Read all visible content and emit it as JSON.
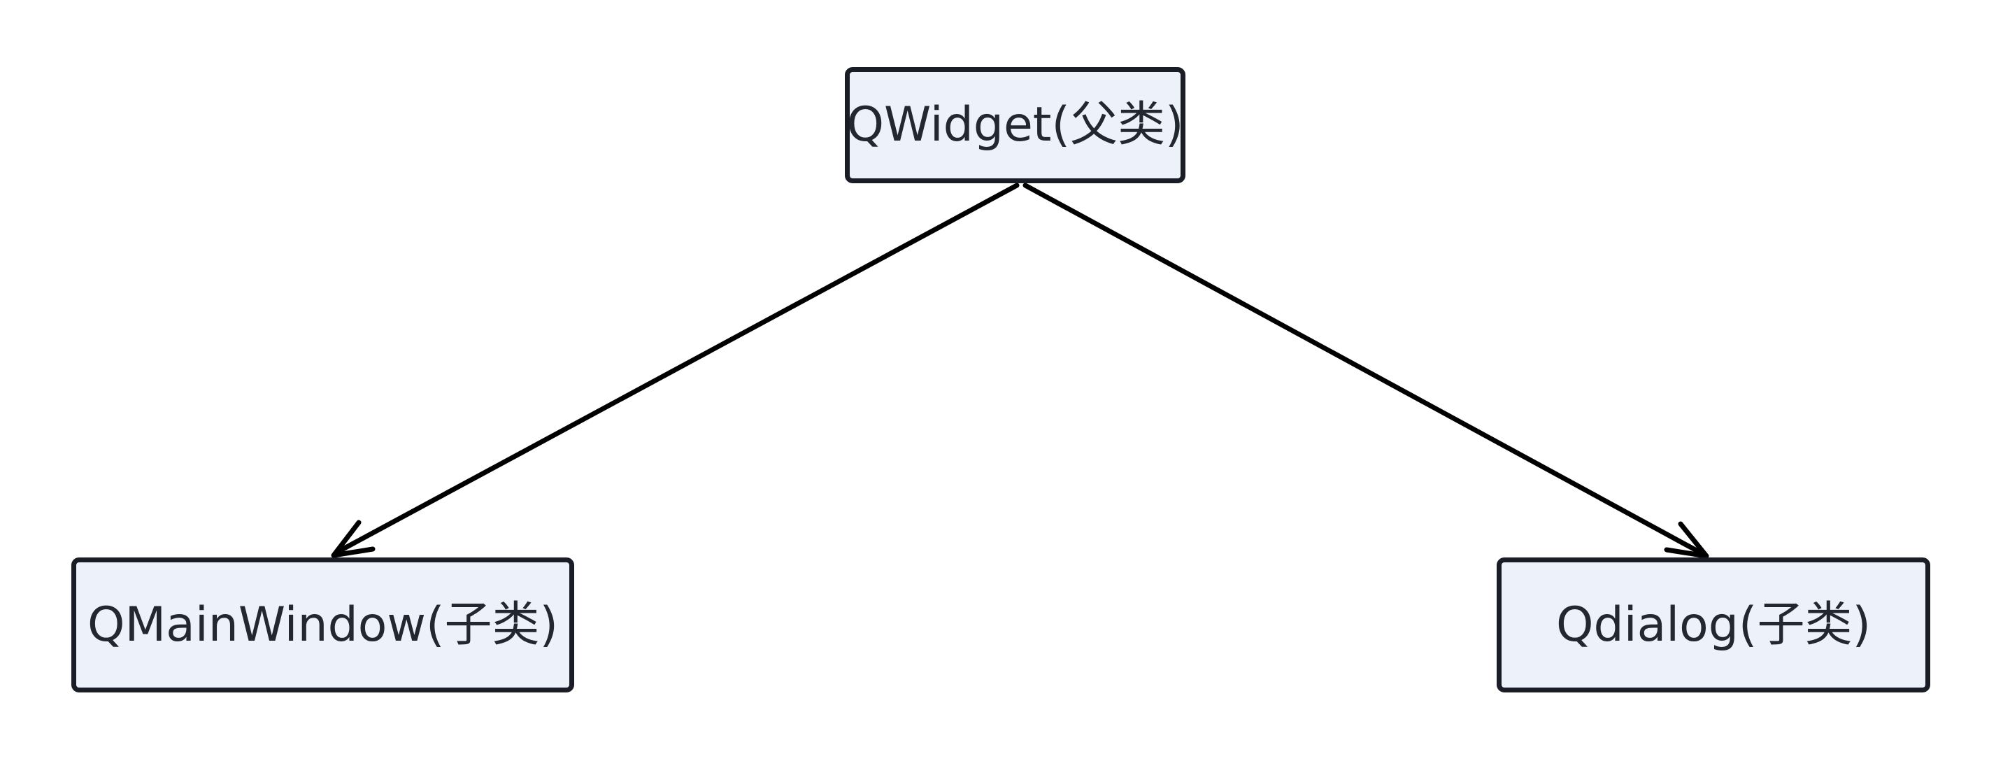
{
  "diagram": {
    "type": "class-inheritance-tree",
    "background_color": "#ffffff",
    "node_fill_color": "#edf1fa",
    "node_border_color": "#1a1d26",
    "node_text_color": "#232730",
    "edge_color": "#000000",
    "nodes": [
      {
        "id": "qwidget",
        "label": "QWidget(父类)",
        "role": "parent-class"
      },
      {
        "id": "qmainwindow",
        "label": "QMainWindow(子类)",
        "role": "child-class"
      },
      {
        "id": "qdialog",
        "label": "Qdialog(子类)",
        "role": "child-class"
      }
    ],
    "edges": [
      {
        "id": "qwidget-to-qmainwindow",
        "from": "qwidget",
        "to": "qmainwindow",
        "arrow": "single-ended",
        "label": ""
      },
      {
        "id": "qwidget-to-qdialog",
        "from": "qwidget",
        "to": "qdialog",
        "arrow": "single-ended",
        "label": ""
      }
    ]
  }
}
